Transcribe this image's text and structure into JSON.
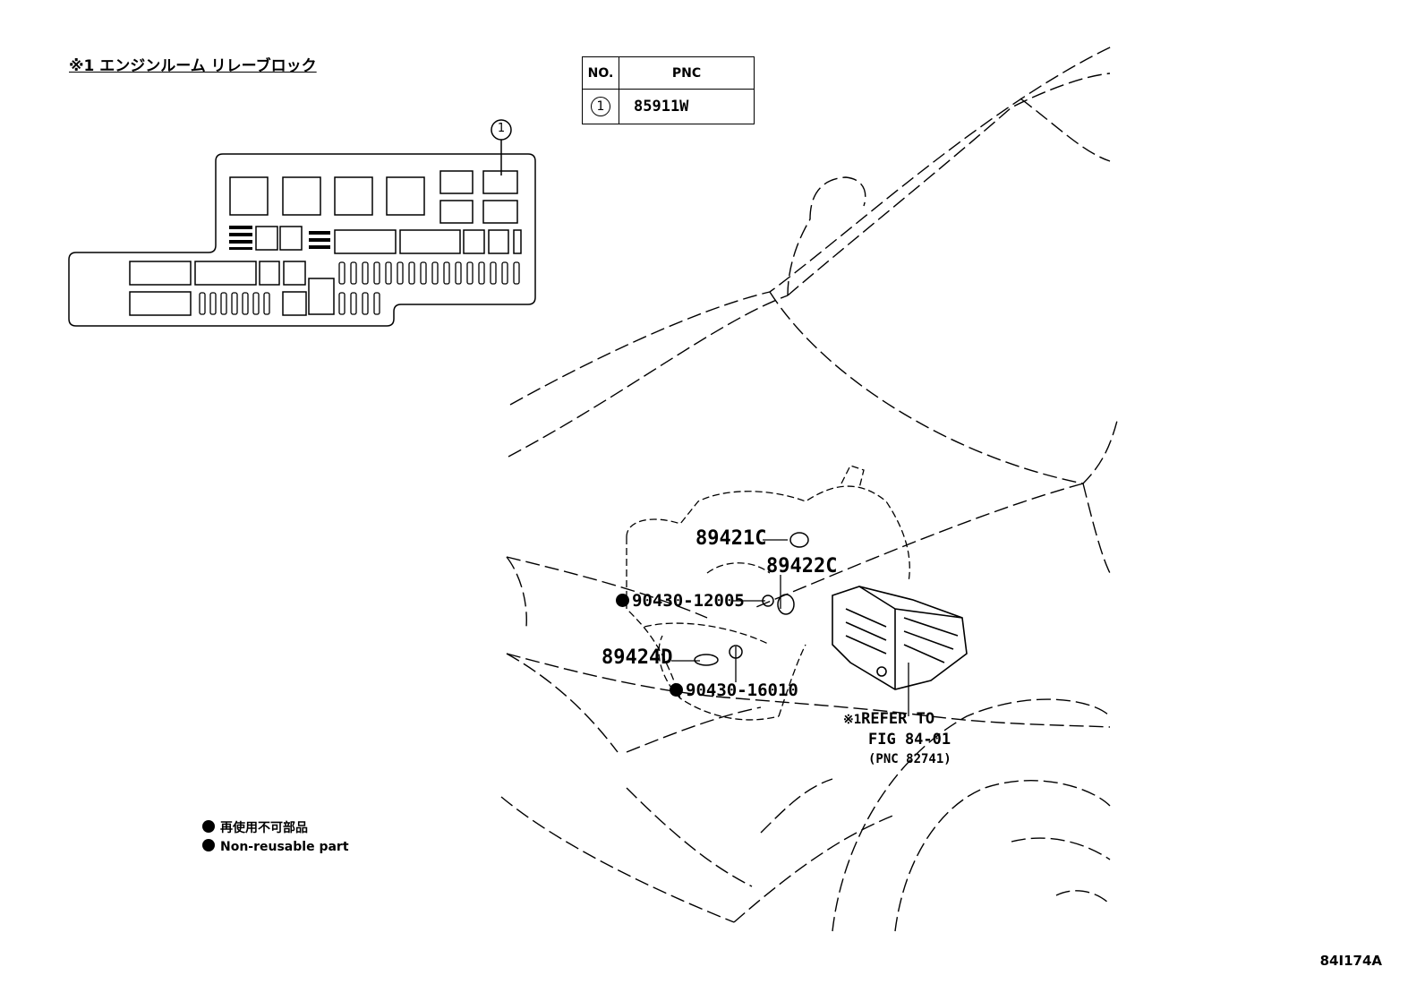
{
  "header": {
    "title": "※1 エンジンルーム リレーブロック"
  },
  "pnc_table": {
    "col_no": "NO.",
    "col_pnc": "PNC",
    "rows": [
      {
        "no": "1",
        "pnc": "85911W"
      }
    ]
  },
  "relay_block": {
    "callout": "1"
  },
  "parts": {
    "p1": "89421C",
    "p2": "89422C",
    "p3": "90430-12005",
    "p4": "89424D",
    "p5": "90430-16010"
  },
  "reference": {
    "mark": "※1",
    "line1": "REFER TO",
    "line2": "FIG 84-01",
    "line3": "(PNC 82741)"
  },
  "legend": {
    "jp": "再使用不可部品",
    "en": "Non-reusable part"
  },
  "figure_code": "84I174A"
}
